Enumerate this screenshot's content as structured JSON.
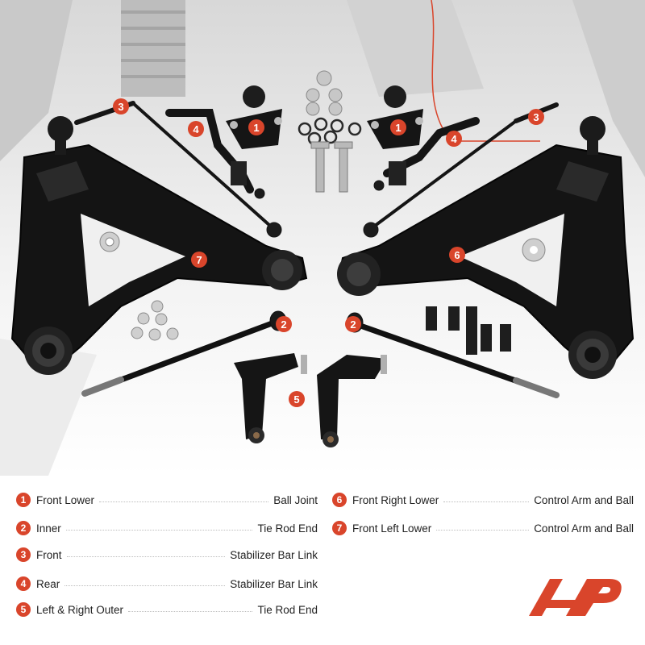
{
  "colors": {
    "accent": "#d9452b",
    "parts": "#1a1a1a",
    "background": "#ffffff"
  },
  "legend": {
    "left": [
      {
        "num": "1",
        "name": "Front Lower",
        "type": "Ball Joint"
      },
      {
        "num": "2",
        "name": "Inner",
        "type": "Tie Rod End"
      },
      {
        "num": "3",
        "name": "Front",
        "type": "Stabilizer Bar Link"
      },
      {
        "num": "4",
        "name": "Rear",
        "type": "Stabilizer Bar Link"
      },
      {
        "num": "5",
        "name": "Left & Right Outer",
        "type": "Tie Rod End"
      }
    ],
    "right": [
      {
        "num": "6",
        "name": "Front Right Lower",
        "type": "Control Arm and Ball"
      },
      {
        "num": "7",
        "name": "Front Left Lower",
        "type": "Control Arm and Ball"
      }
    ]
  },
  "badges": [
    "1",
    "1",
    "2",
    "2",
    "3",
    "3",
    "4",
    "4",
    "5",
    "6",
    "7"
  ],
  "logo": {
    "icon": "ap-brand-logo"
  }
}
